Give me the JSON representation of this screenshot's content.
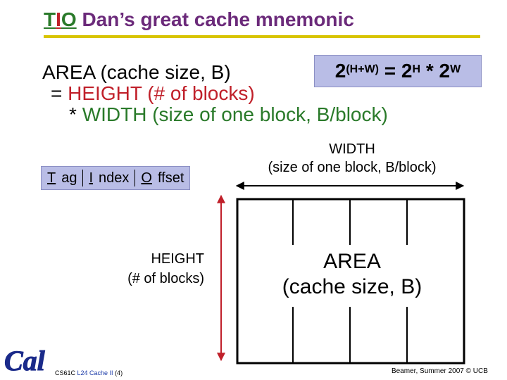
{
  "title": {
    "tio_t": "T",
    "tio_i": "I",
    "tio_o": "O",
    "text": " Dan’s great cache mnemonic"
  },
  "area": {
    "line1": "AREA (cache size, B)",
    "line2_op": "= ",
    "line2": "HEIGHT (# of blocks)",
    "line3_op": "* ",
    "line3": "WIDTH (size of one block, B/block)"
  },
  "formula": {
    "base1": "2",
    "exp1": "(H+W)",
    "eq": " = ",
    "base2": "2",
    "exp2": "H",
    "times": " * ",
    "base3": "2",
    "exp3": "W"
  },
  "tio_box": {
    "tag_first": "T",
    "tag_rest": "ag",
    "index_first": "I",
    "index_rest": "ndex",
    "offset_first": "O",
    "offset_rest": "ffset"
  },
  "width_label": {
    "line1": "WIDTH",
    "line2": "(size of one block, B/block)"
  },
  "height_label": {
    "line1": "HEIGHT",
    "line2": "(# of blocks)"
  },
  "area_label": {
    "line1": "AREA",
    "line2": "(cache size, B)"
  },
  "footer": {
    "course": "CS61C ",
    "lecture": "L24 Cache II",
    "page": " (4)",
    "credit": "Beamer, Summer 2007 © UCB"
  },
  "logo": {
    "text": "Cal",
    "color": "#1a2a8a"
  },
  "colors": {
    "title": "#6b2a7a",
    "red": "#c0202a",
    "green": "#2a7a2a",
    "box_fill": "#b9bde6",
    "rule": "#d8c400"
  }
}
